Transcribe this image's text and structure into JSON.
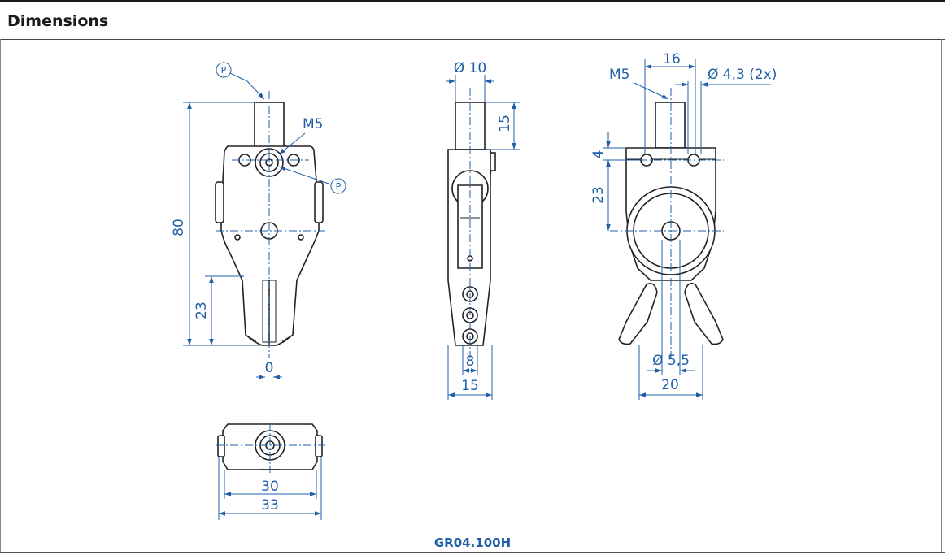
{
  "header": {
    "title": "Dimensions"
  },
  "caption": "GR04.100H",
  "colors": {
    "dimension": "#1f5fa8",
    "outline": "#222222",
    "header_text": "#1a1a1a"
  },
  "front_view": {
    "dims": {
      "height_total": "80",
      "finger_len": "23",
      "zero": "0",
      "thread": "M5",
      "marker_top": "P",
      "marker_side": "P"
    }
  },
  "side_view": {
    "dims": {
      "shaft_dia": "Ø 10",
      "shaft_len": "15",
      "finger_w": "8",
      "width": "15"
    }
  },
  "back_view": {
    "dims": {
      "hole_spacing": "16",
      "thread": "M5",
      "holes": "Ø 4,3 (2x)",
      "top_off": "4",
      "center_off": "23",
      "bore": "Ø 5,5",
      "width": "20"
    }
  },
  "top_view": {
    "dims": {
      "inner_w": "30",
      "outer_w": "33"
    }
  }
}
